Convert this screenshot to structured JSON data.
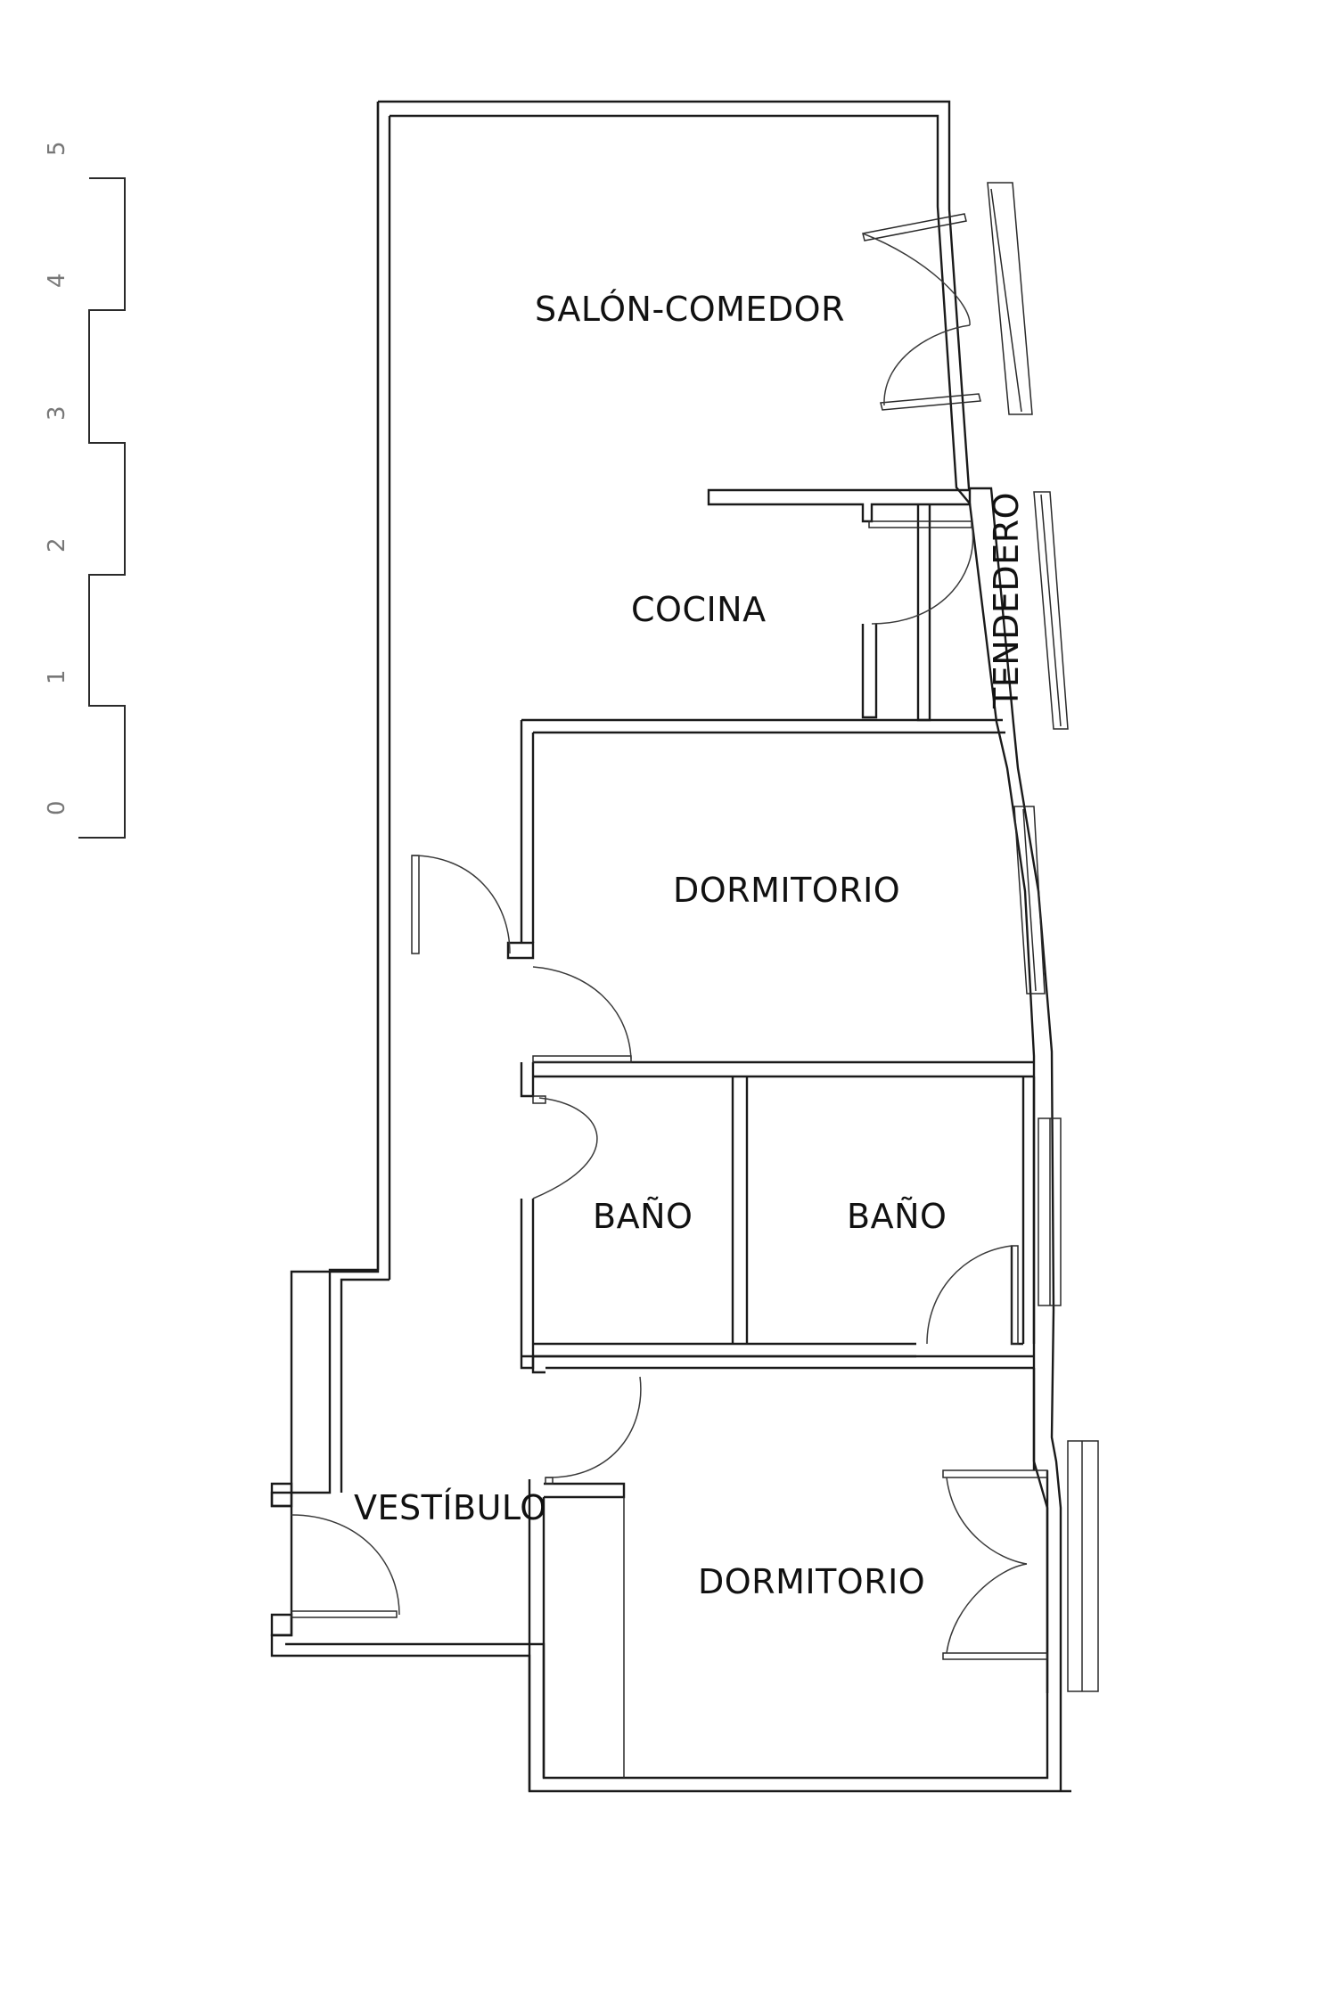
{
  "rooms": {
    "salon_comedor": "SALÓN-COMEDOR",
    "cocina": "COCINA",
    "tendedero": "TENDEDERO",
    "dormitorio_1": "DORMITORIO",
    "bano_1": "BAÑO",
    "bano_2": "BAÑO",
    "vestibulo": "VESTÍBULO",
    "dormitorio_2": "DORMITORIO"
  },
  "scale": {
    "labels": [
      "0",
      "1",
      "2",
      "3",
      "4",
      "5"
    ]
  },
  "colors": {
    "wall": "#1a1a1a",
    "background": "#ffffff",
    "scale_text": "#777777"
  }
}
